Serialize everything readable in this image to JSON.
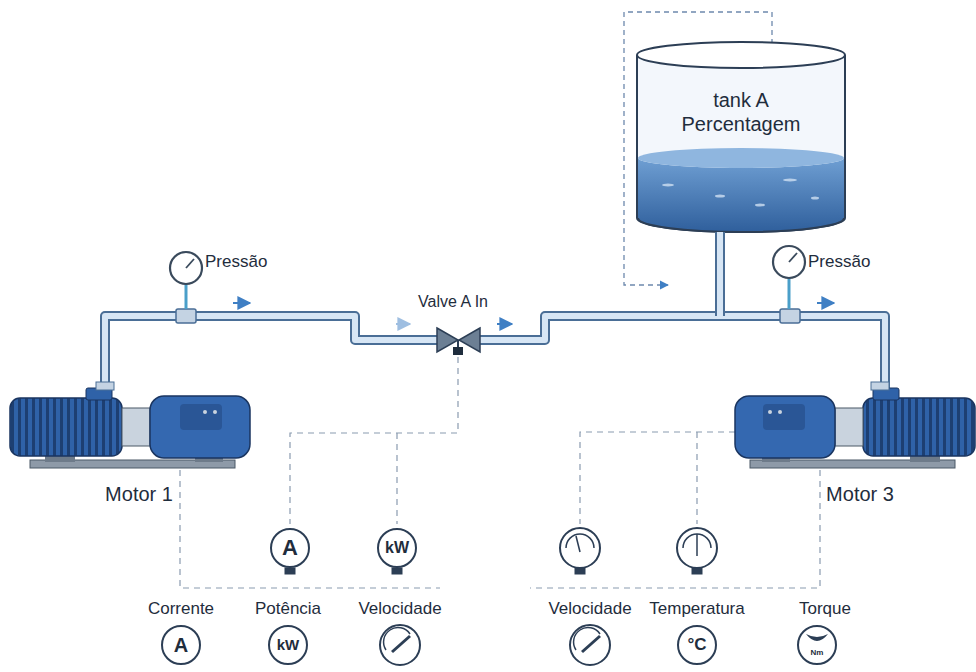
{
  "diagram": {
    "nodes": [
      {
        "text": [
          "tank A Percentagem"
        ]
      },
      {
        "text": [
          "A"
        ]
      },
      {
        "text": [
          "kW"
        ]
      },
      {
        "text": [
          "A"
        ]
      },
      {
        "text": [
          "kW"
        ]
      },
      {
        "text": [
          "°C"
        ]
      },
      {
        "text": [
          "Nm"
        ]
      }
    ],
    "labels": [
      "Pressão",
      "Pressão",
      "Valve A In",
      "Motor 1",
      "Motor 3",
      "Corrente",
      "Potência",
      "Velocidade",
      "Velocidade",
      "Temperatura",
      "Torque"
    ]
  }
}
